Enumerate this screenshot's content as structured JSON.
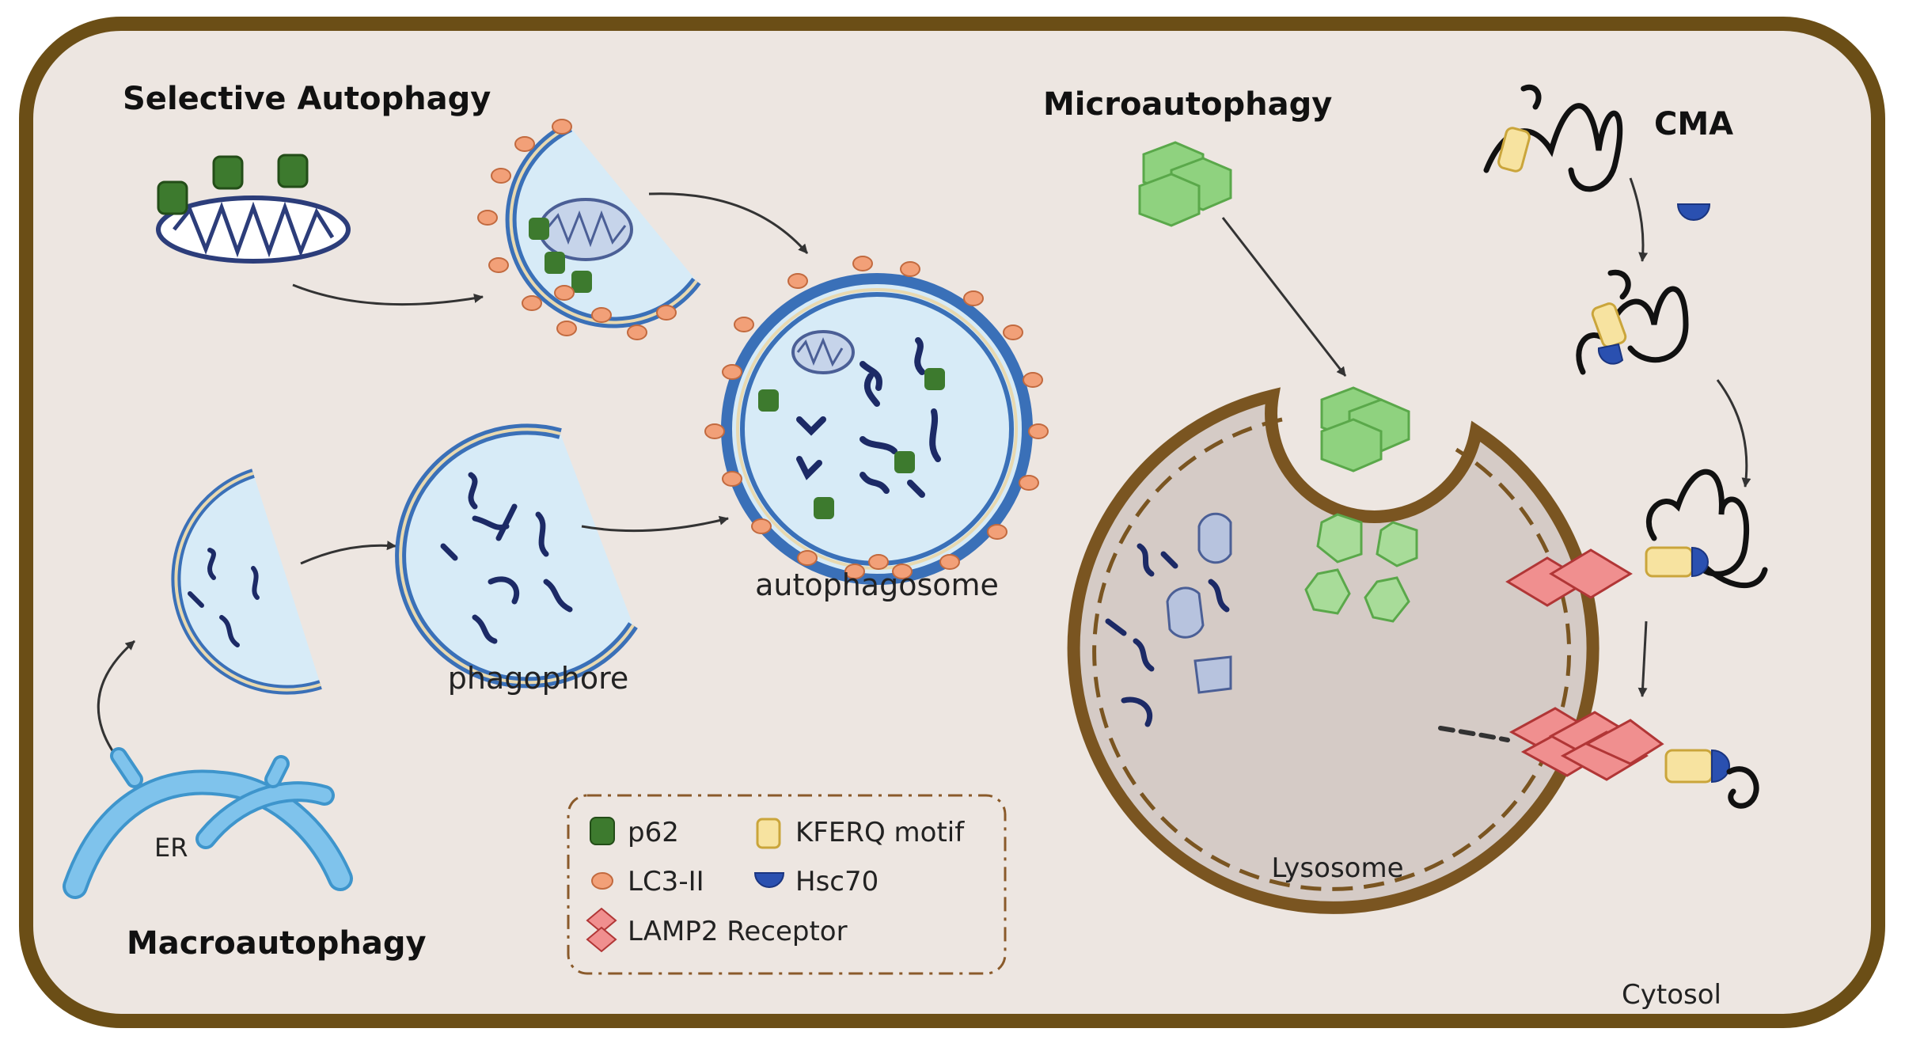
{
  "titles": {
    "selective": "Selective Autophagy",
    "micro": "Microautophagy",
    "cma": "CMA",
    "macro": "Macroautophagy"
  },
  "labels": {
    "autophagosome": "autophagosome",
    "phagophore": "phagophore",
    "er": "ER",
    "lysosome": "Lysosome",
    "cytosol": "Cytosol"
  },
  "legend": {
    "p62": "p62",
    "lc3": "LC3-II",
    "lamp2": "LAMP2 Receptor",
    "kferq": "KFERQ motif",
    "hsc70": "Hsc70"
  },
  "colors": {
    "cell_border": "#6b4e16",
    "cytoplasm": "#ede6e1",
    "membrane_blue": "#3a70b8",
    "lumen": "#d7ebf7",
    "lc3": "#f2a078",
    "p62": "#3d7a2e",
    "lysosome_fill": "#d5cbc6",
    "lamp2": "#f08f8f",
    "kferq": "#f7e3a0",
    "hsc70": "#2a50b0",
    "er": "#7fc3ec",
    "cargo_green": "#8fd27f"
  }
}
